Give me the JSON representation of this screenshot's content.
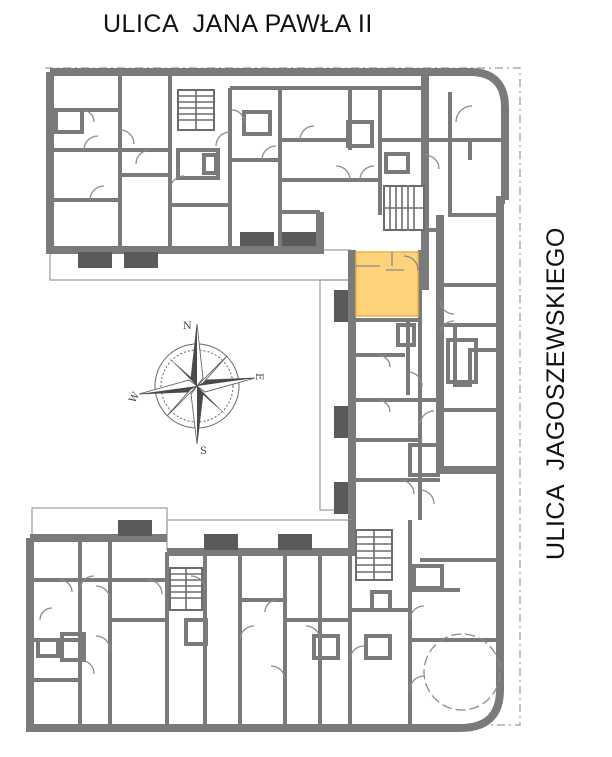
{
  "streets": {
    "top": "ULICA  JANA PAWŁA II",
    "right": "ULICA  JAGOSZEWSKIEGO"
  },
  "compass": {
    "north": "N",
    "south": "S",
    "east": "E",
    "west": "W"
  },
  "colors": {
    "highlight": "#fdd27a",
    "highlight_border": "#e7b24a",
    "wall": "#7a7a7a"
  }
}
